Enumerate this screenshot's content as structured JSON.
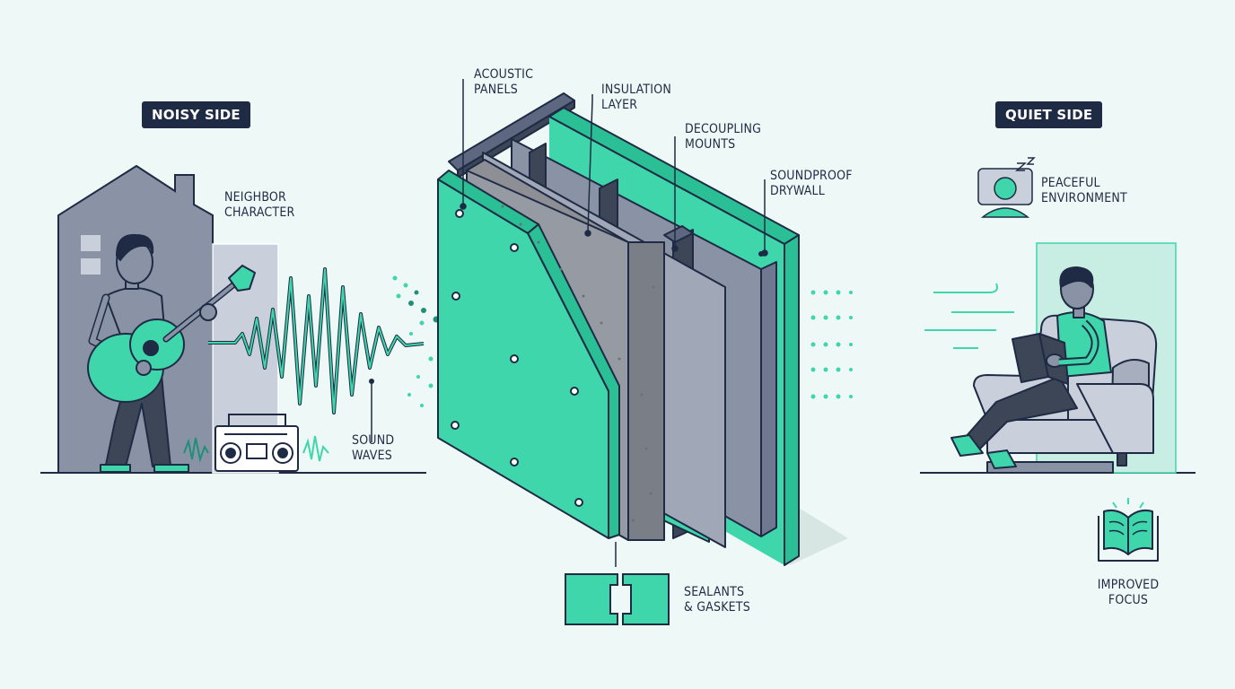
{
  "colors": {
    "background": "#eef8f6",
    "navy": "#1f2b45",
    "accent_teal": "#3ed6aa",
    "gray": "#8a93a6",
    "light_gray": "#c9cfdb"
  },
  "sections": {
    "noisy_side": "NOISY SIDE",
    "quiet_side": "QUIET SIDE"
  },
  "labels": {
    "neighbor_character": "NEIGHBOR\nCHARACTER",
    "sound_waves": "SOUND\nWAVES",
    "acoustic_panels": "ACOUSTIC\nPANELS",
    "insulation_layer": "INSULATION\nLAYER",
    "decoupling_mounts": "DECOUPLING\nMOUNTS",
    "soundproof_drywall": "SOUNDPROOF\nDRYWALL",
    "sealants_gaskets": "SEALANTS\n& GASKETS",
    "peaceful_environment": "PEACEFUL\nENVIRONMENT",
    "improved_focus": "IMPROVED\nFOCUS"
  },
  "icons": {
    "sleep": "sleeping-person-icon",
    "sealant": "interlocking-gasket-icon",
    "focus": "open-book-icon"
  }
}
